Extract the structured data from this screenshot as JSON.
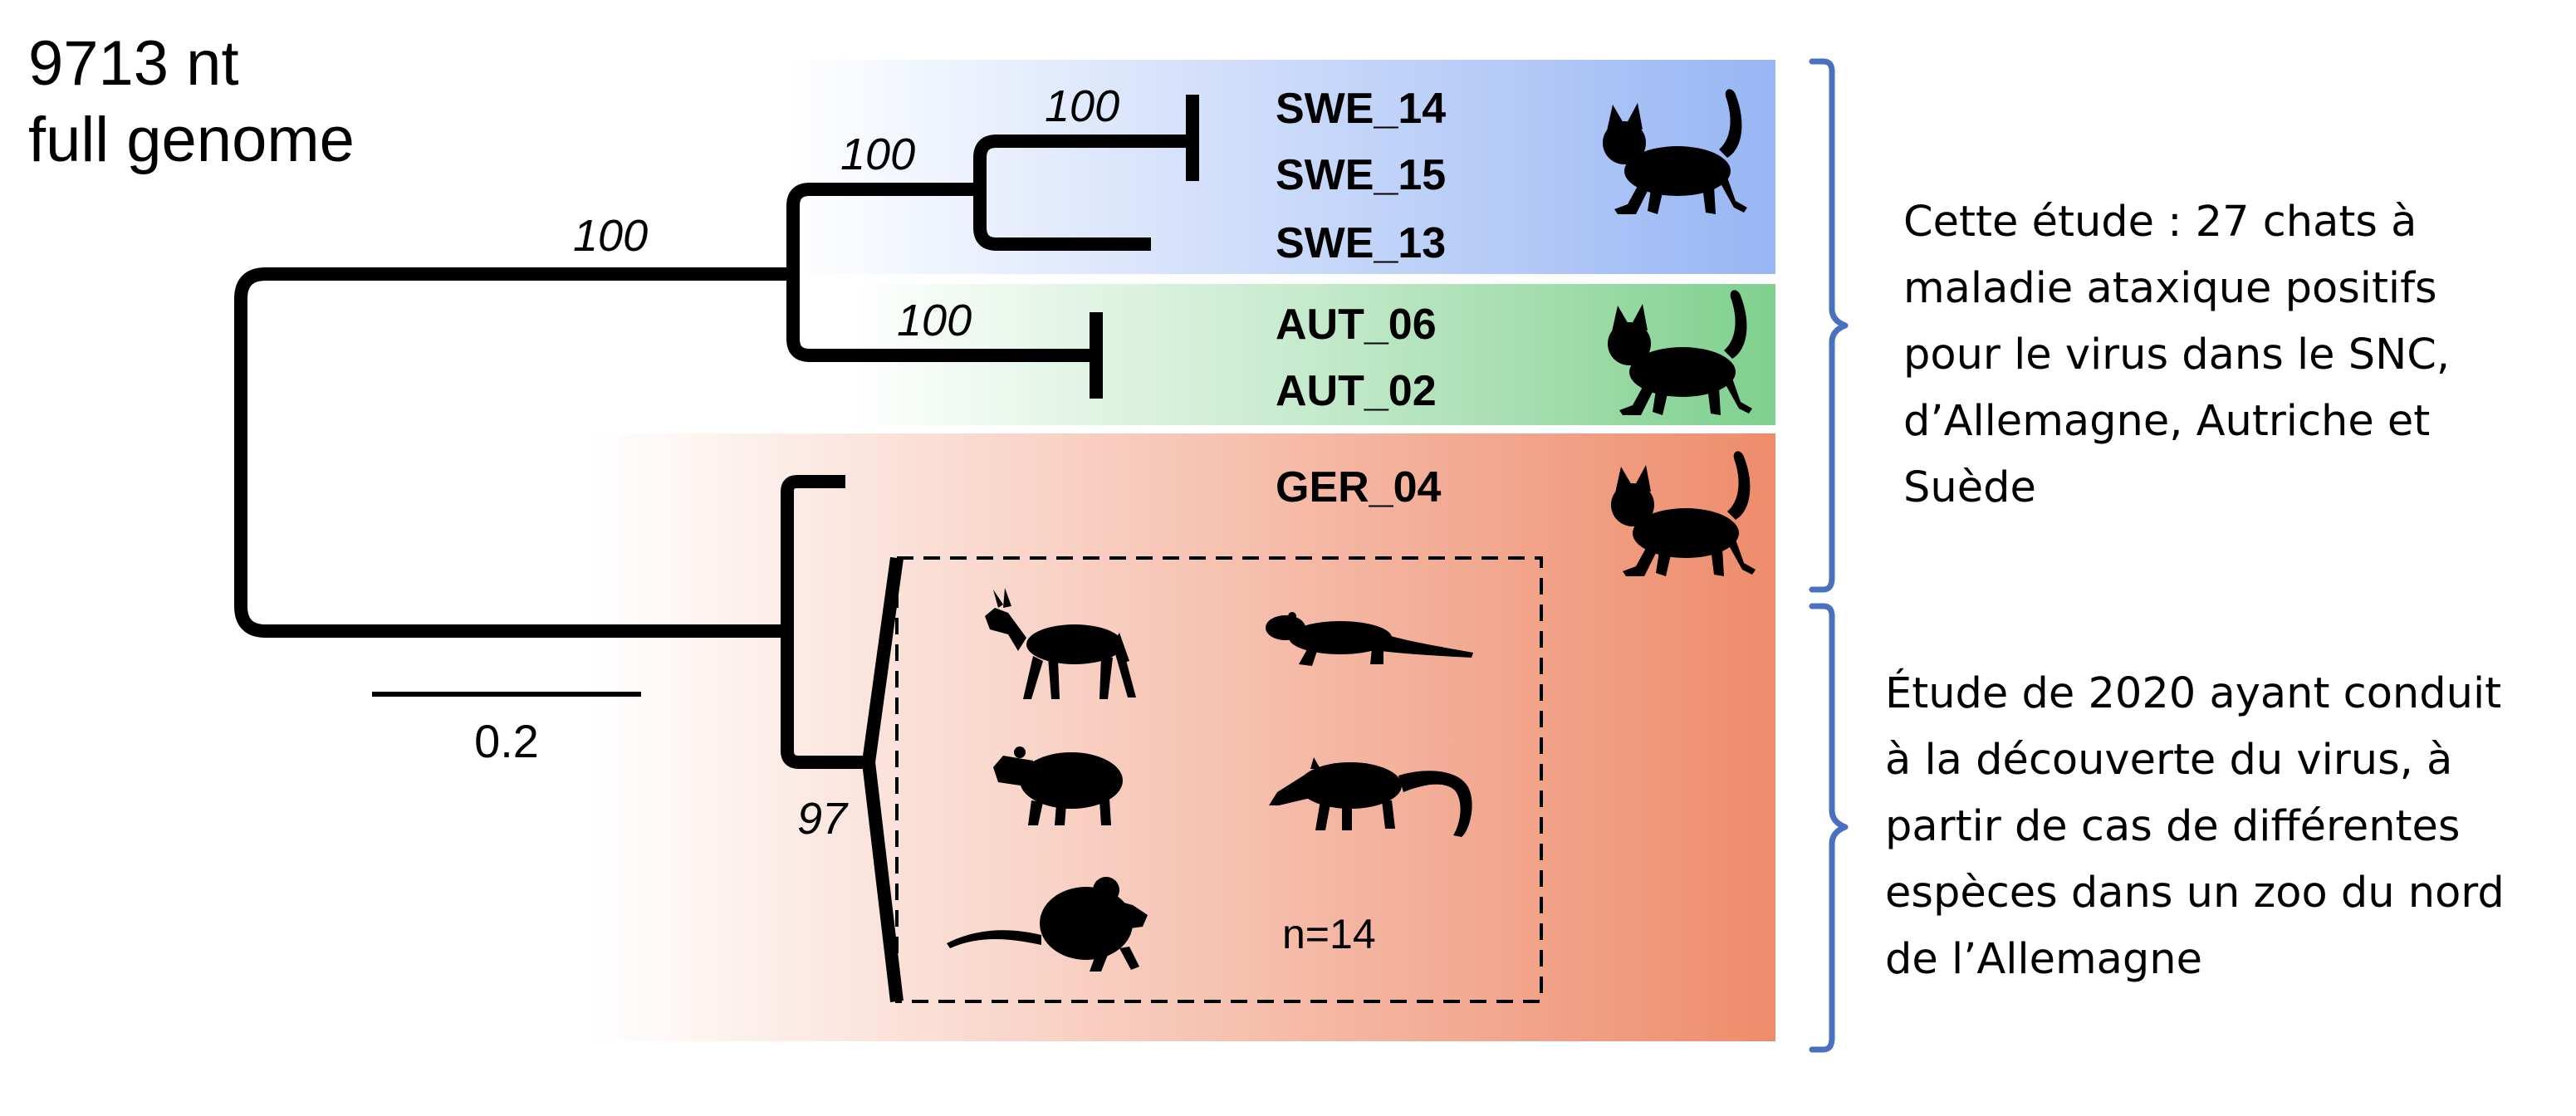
{
  "title": {
    "line1": "9713 nt",
    "line2": "full genome"
  },
  "taxa": {
    "swe14": "SWE_14",
    "swe15": "SWE_15",
    "swe13": "SWE_13",
    "aut06": "AUT_06",
    "aut02": "AUT_02",
    "ger04": "GER_04"
  },
  "support": {
    "root_upper": "100",
    "swe_aut": "100",
    "swe_inner": "100",
    "aut": "100",
    "lower": "97"
  },
  "scale_bar": {
    "label": "0.2"
  },
  "zoo_box": {
    "count": "n=14"
  },
  "clade_colors": {
    "sweden": "#98b6f4",
    "austria": "#7fd08e",
    "germany": "#ee8c6c"
  },
  "icons": {
    "cats": [
      "cat-icon",
      "cat-icon",
      "cat-icon"
    ],
    "zoo": [
      "donkey-icon",
      "otter-icon",
      "capybara-icon",
      "coati-icon",
      "mouse-icon"
    ]
  },
  "annotations": {
    "current_study": [
      "Cette étude : 27 chats à",
      "maladie ataxique positifs",
      "pour le virus dans le SNC,",
      "d’Allemagne, Autriche et",
      "Suède"
    ],
    "study_2020": [
      "Étude de 2020 ayant conduit",
      "à la découverte du virus, à",
      "partir de cas de différentes",
      "espèces dans un zoo du nord",
      "de l’Allemagne"
    ]
  },
  "bracket_color": "#4a70c2"
}
